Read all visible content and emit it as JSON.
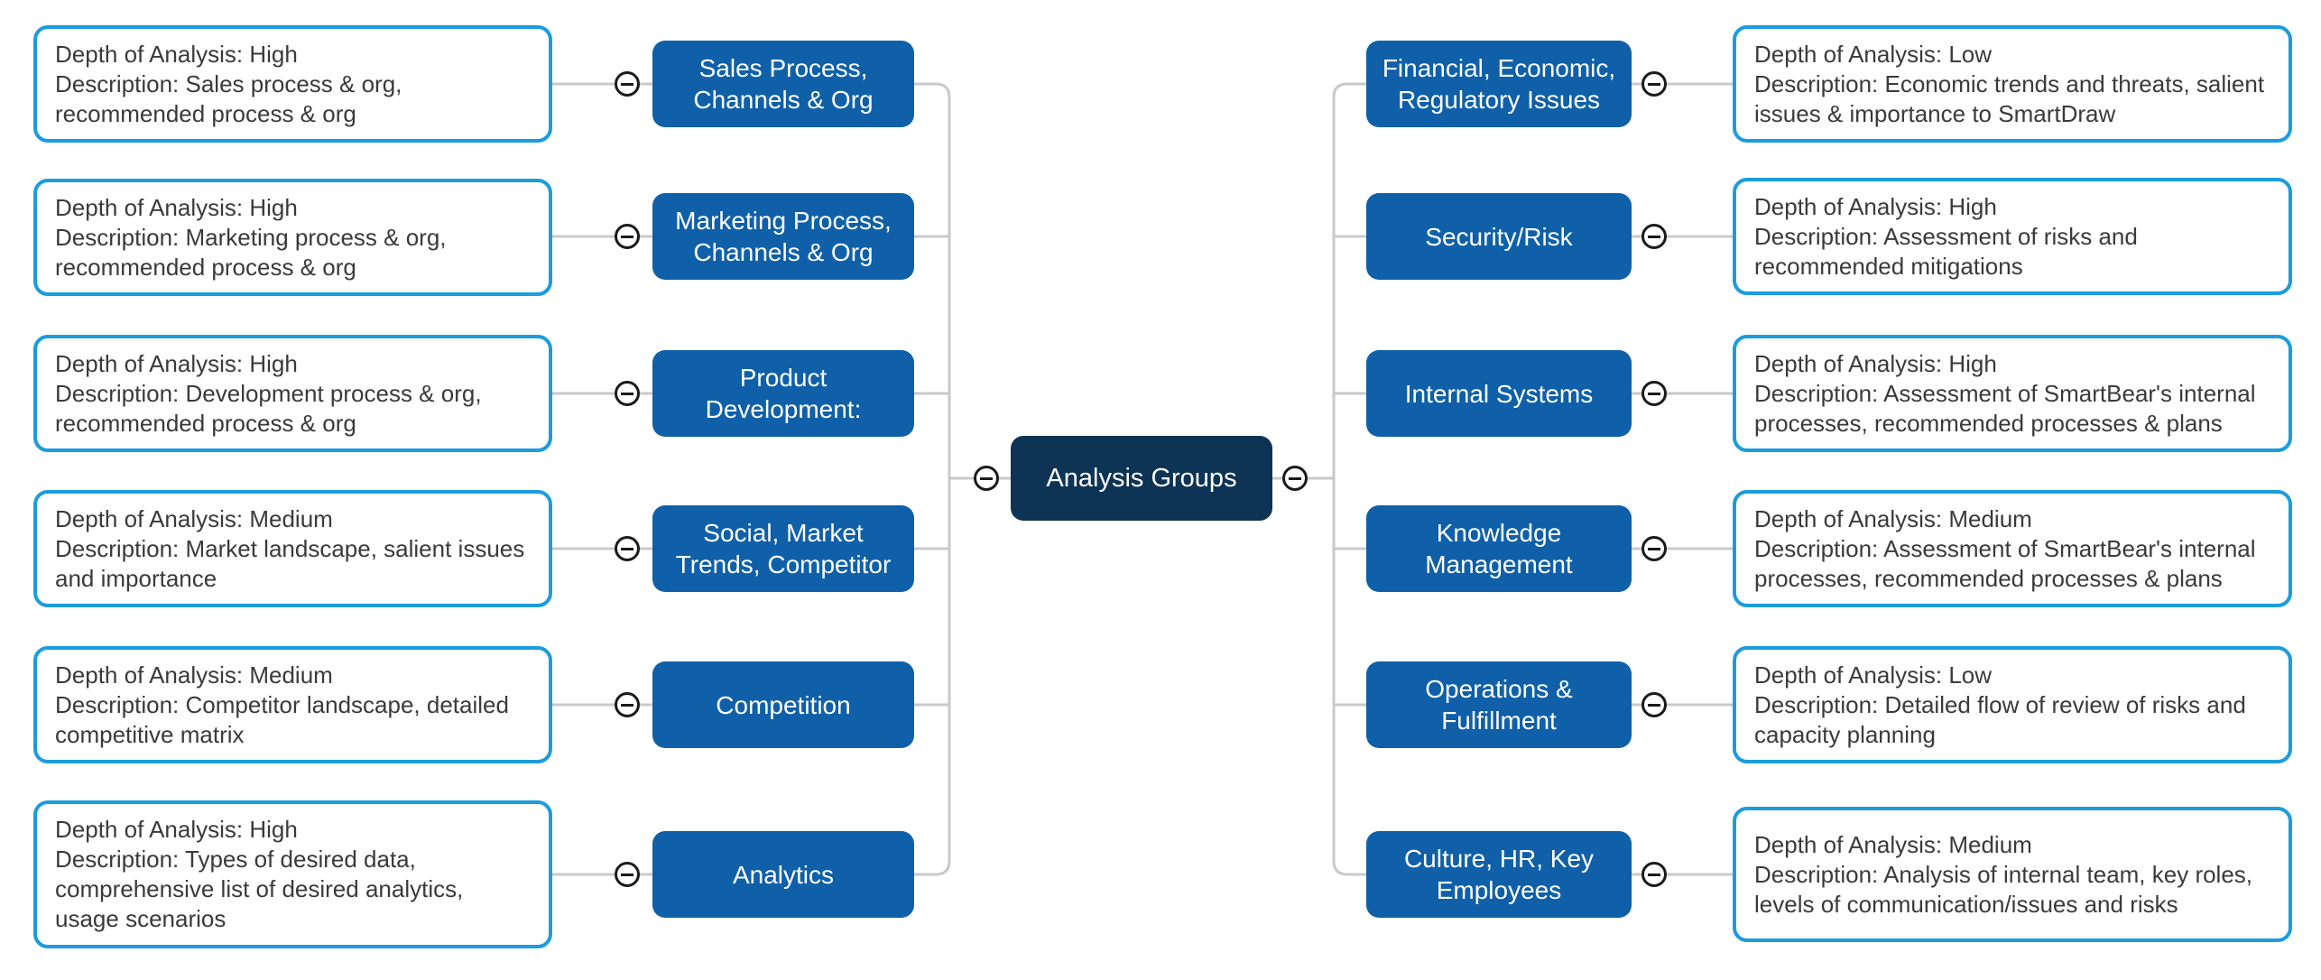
{
  "root_label": "Analysis Groups",
  "left_branches": [
    {
      "label": "Sales Process, Channels & Org",
      "depth": "Depth of Analysis: High",
      "description": "Description: Sales process & org, recommended process & org"
    },
    {
      "label": "Marketing Process, Channels & Org",
      "depth": "Depth of Analysis: High",
      "description": "Description: Marketing process & org, recommended process & org"
    },
    {
      "label": "Product Development:",
      "depth": "Depth of Analysis: High",
      "description": "Description: Development process & org, recommended process & org"
    },
    {
      "label": "Social, Market Trends, Competitor",
      "depth": "Depth of Analysis: Medium",
      "description": "Description: Market landscape, salient issues and importance"
    },
    {
      "label": "Competition",
      "depth": "Depth of Analysis: Medium",
      "description": "Description: Competitor landscape, detailed competitive matrix"
    },
    {
      "label": "Analytics",
      "depth": "Depth of Analysis: High",
      "description": "Description: Types of desired data, comprehensive list of desired analytics, usage scenarios"
    }
  ],
  "right_branches": [
    {
      "label": "Financial, Economic, Regulatory Issues",
      "depth": "Depth of Analysis: Low",
      "description": "Description: Economic trends and threats, salient issues & importance to SmartDraw"
    },
    {
      "label": "Security/Risk",
      "depth": "Depth of Analysis: High",
      "description": "Description: Assessment of risks and recommended mitigations"
    },
    {
      "label": "Internal Systems",
      "depth": "Depth of Analysis: High",
      "description": "Description: Assessment of SmartBear's internal processes, recommended processes & plans"
    },
    {
      "label": "Knowledge Management",
      "depth": "Depth of Analysis: Medium",
      "description": "Description: Assessment of SmartBear's internal processes, recommended processes & plans"
    },
    {
      "label": "Operations & Fulfillment",
      "depth": "Depth of Analysis: Low",
      "description": "Description: Detailed flow of review of risks and capacity planning"
    },
    {
      "label": "Culture, HR, Key Employees",
      "depth": "Depth of Analysis: Medium",
      "description": "Description: Analysis of internal team, key roles, levels of communication/issues and risks"
    }
  ],
  "colors": {
    "branch_node": "#0f60a8",
    "root_node": "#0d3355",
    "box_border": "#1b9cdd",
    "connector": "#c9c9c9",
    "text": "#3a3a3a"
  },
  "icons": {
    "collapse": "minus"
  }
}
